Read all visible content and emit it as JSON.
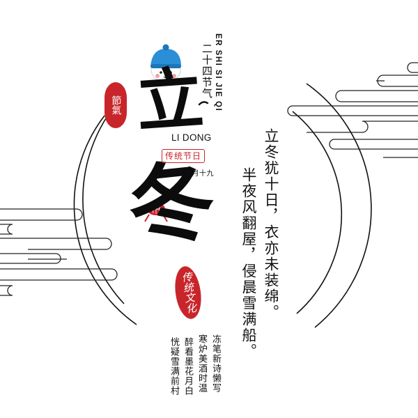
{
  "title_vertical": "二十四节气",
  "pinyin_vertical": "ER SHI SI JIE QI",
  "seal_jieqi": "節氣",
  "main_title_char_1": "立",
  "main_title_char_2": "冬",
  "pinyin_horizontal": "LI DONG",
  "holiday_badge": "传统节日",
  "lunar_date": "农历九月十九",
  "poem": {
    "line_1": "立冬犹十日，衣亦未装绵。",
    "line_2": "半夜风翻屋，侵晨雪满船。"
  },
  "seal_culture": "传统文化",
  "verse": {
    "col_1": "冻笔新诗懒写",
    "col_2": "寒炉美酒时温",
    "col_3": "醉看墨花月白",
    "col_4": "恍疑雪满前村"
  },
  "colors": {
    "seal_red": "#c8252b",
    "ink": "#0c0c0c",
    "cloud_stroke": "#222222",
    "mascot_hat": "#2a8fd6"
  },
  "icons": {
    "mascot": "snowman-mascot-icon",
    "ornament": "red-knot-ornament-icon"
  }
}
